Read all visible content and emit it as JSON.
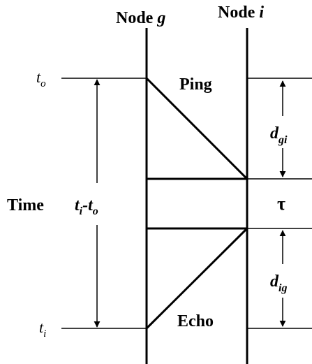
{
  "header": {
    "node_g": {
      "prefix": "Node ",
      "var": "g"
    },
    "node_i": {
      "prefix": "Node ",
      "var": "i"
    }
  },
  "left_axis": {
    "t_o": {
      "base": "t",
      "sub": "o"
    },
    "t_i": {
      "base": "t",
      "sub": "i"
    },
    "time_label": "Time",
    "interval": {
      "a": "t",
      "a_sub": "i",
      "dash": "-",
      "b": "t",
      "b_sub": "o"
    }
  },
  "messages": {
    "ping": "Ping",
    "echo": "Echo"
  },
  "right_axis": {
    "d_gi": {
      "base": "d",
      "sub": "gi"
    },
    "tau": "τ",
    "d_ig": {
      "base": "d",
      "sub": "ig"
    }
  }
}
